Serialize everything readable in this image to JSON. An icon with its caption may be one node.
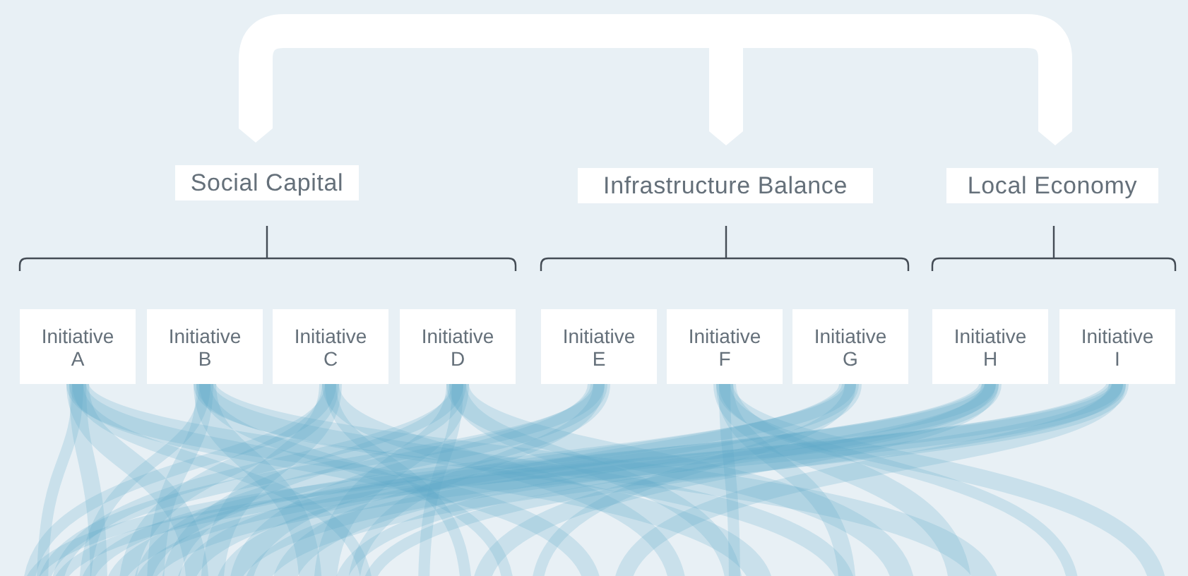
{
  "diagram": {
    "nodes": [
      {
        "text": [
          "Social Capital"
        ]
      },
      {
        "text": [
          "Infrastructure Balance"
        ]
      },
      {
        "text": [
          "Local Economy"
        ]
      },
      {
        "text": [
          "Initiative A"
        ]
      },
      {
        "text": [
          "Initiative B"
        ]
      },
      {
        "text": [
          "Initiative C"
        ]
      },
      {
        "text": [
          "Initiative D"
        ]
      },
      {
        "text": [
          "Initiative E"
        ]
      },
      {
        "text": [
          "Initiative F"
        ]
      },
      {
        "text": [
          "Initiative G"
        ]
      },
      {
        "text": [
          "Initiative H"
        ]
      },
      {
        "text": [
          "Initiative I"
        ]
      }
    ],
    "edges": [
      {
        "from": null,
        "to": 0,
        "arrow": "to"
      },
      {
        "from": null,
        "to": 1,
        "arrow": "to"
      },
      {
        "from": null,
        "to": 2,
        "arrow": "to"
      }
    ]
  }
}
